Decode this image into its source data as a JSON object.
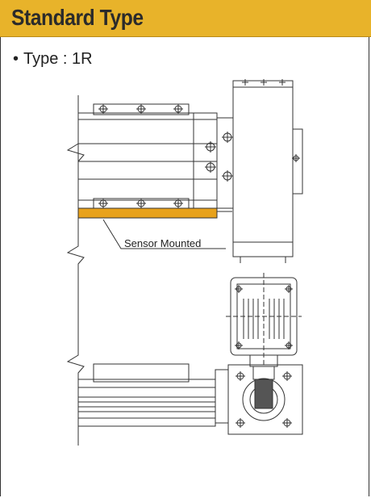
{
  "header": {
    "title": "Standard Type"
  },
  "type_line": {
    "bullet": "•",
    "text": "Type : 1R"
  },
  "callout": {
    "text": "Sensor Mounted"
  },
  "colors": {
    "accent": "#e8b32a",
    "sensor_strip": "#e8a21c",
    "line": "#333333"
  }
}
